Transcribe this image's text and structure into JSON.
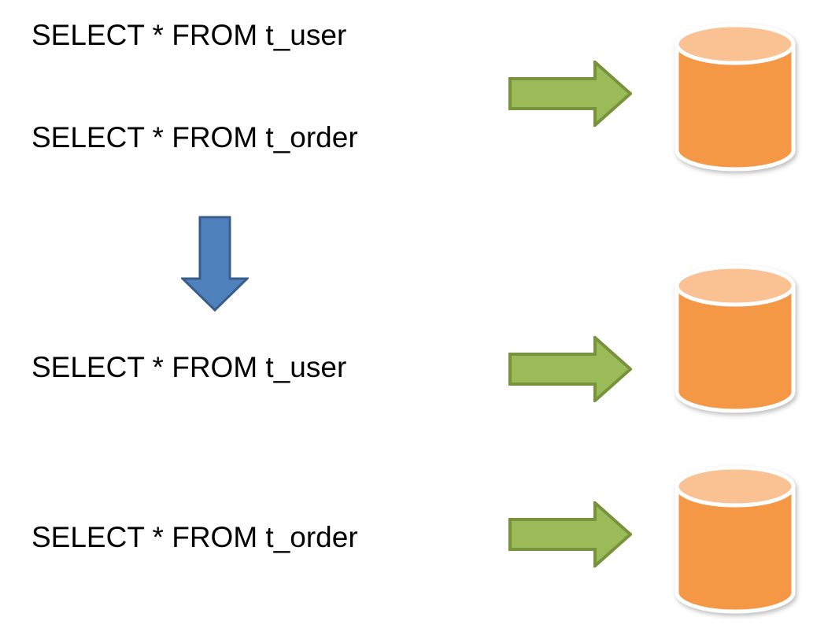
{
  "diagram": {
    "background_color": "#FFFFFF",
    "text_color": "#000000",
    "queries": {
      "top_user": "SELECT * FROM t_user",
      "top_order": "SELECT * FROM t_order",
      "bottom_user": "SELECT * FROM t_user",
      "bottom_order": "SELECT * FROM t_order"
    },
    "colors": {
      "green_arrow_fill": "#9BBB59",
      "green_arrow_stroke": "#77933C",
      "blue_arrow_fill": "#4F81BD",
      "blue_arrow_stroke": "#385D8A",
      "db_body": "#F49845",
      "db_top": "#FAC192",
      "db_outline": "#FFFFFF"
    }
  }
}
